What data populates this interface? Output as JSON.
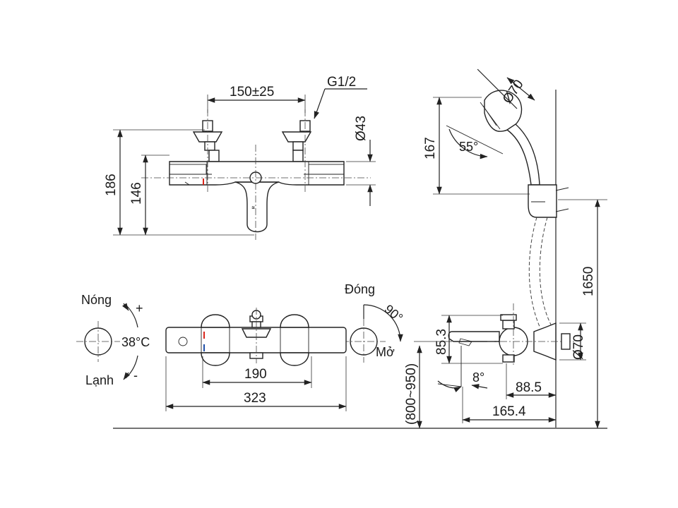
{
  "front_view": {
    "inlet_spacing": "150±25",
    "thread": "G1/2",
    "handle_diameter": "Ø43",
    "total_height": "186",
    "body_height": "146"
  },
  "top_view": {
    "hot_label": "Nóng",
    "cold_label": "Lạnh",
    "plus_sign": "+",
    "minus_sign": "-",
    "temperature": "38°C",
    "close_label": "Đóng",
    "open_label": "Mở",
    "rotation_angle": "90°",
    "center_distance": "190",
    "total_width": "323"
  },
  "side_view": {
    "handshower_length": "167",
    "handshower_diameter": "Ø70",
    "handshower_angle": "55°",
    "rail_height": "1650",
    "spout_height": "85.3",
    "connector_diameter": "Ø70",
    "spout_angle": "8°",
    "spout_reach": "88.5",
    "total_depth": "165.4",
    "mount_height": "(800~950)"
  },
  "colors": {
    "hot_marker": "#d9261c",
    "cold_marker": "#1f4fa8",
    "line": "#222222"
  }
}
